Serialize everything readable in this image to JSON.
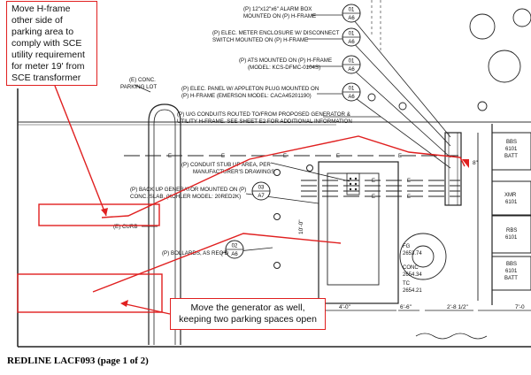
{
  "redlines": {
    "note_hframe": [
      "Move H-frame",
      "other side of",
      "parking area to",
      "comply with SCE",
      "utility requirement",
      "for meter 19' from",
      "SCE transformer"
    ],
    "note_generator": [
      "Move the generator as well,",
      "keeping two parking spaces open"
    ]
  },
  "callouts": {
    "alarm_box": [
      "(P) 12\"x12\"x6\" ALARM BOX",
      "MOUNTED ON (P) H-FRAME"
    ],
    "meter_enclosure": [
      "(P) ELEC. METER ENCLOSURE W/ DISCONNECT",
      "SWITCH MOUNTED ON (P) H-FRAME"
    ],
    "ats": [
      "(P) ATS MOUNTED ON (P) H-FRAME",
      "(MODEL: KCS-DFMC-0104S)"
    ],
    "elec_panel": [
      "(P) ELEC. PANEL W/ APPLETON PLUG MOUNTED ON",
      "(P) H-FRAME (EMERSON MODEL: CACA45201190)"
    ],
    "conduits": [
      "(P) U/G CONDUITS ROUTED TO/FROM PROPOSED GENERATOR &",
      "UTILITY H-FRAME. SEE SHEET E2 FOR ADDITIONAL INFORMATION"
    ],
    "conduit_stub": [
      "(P) CONDUIT STUB UP AREA, PER",
      "MANUFACTURER'S DRAWINGS"
    ],
    "backup_gen": [
      "(P) BACK UP GENERATOR MOUNTED ON (P)",
      "CONC. SLAB. (KOHLER MODEL: 20RED2K)"
    ],
    "conc_lot": [
      "(E) CONC.",
      "PARKING LOT"
    ],
    "curb": "(E) CURB",
    "bollards": "(P) BOLLARDS, AS REQ'D"
  },
  "detail_bubbles": [
    {
      "top": "01",
      "bottom": "A6"
    },
    {
      "top": "01",
      "bottom": "A6"
    },
    {
      "top": "01",
      "bottom": "A6"
    },
    {
      "top": "01",
      "bottom": "A6"
    },
    {
      "top": "03",
      "bottom": "A7"
    },
    {
      "top": "02",
      "bottom": "A6"
    }
  ],
  "elevations": {
    "fg": [
      "FG",
      "2653.74"
    ],
    "conc": [
      "CONC",
      "2654.34"
    ],
    "tc": [
      "TC",
      "2654.21"
    ]
  },
  "dimensions": {
    "d1": "4'-0\"",
    "d2": "6'-6\"",
    "d3": "2'-8 1/2\"",
    "d4": "7'-0",
    "d5": "10'-0\"",
    "d6": "8\""
  },
  "equipment": {
    "bbs_top": [
      "BBS",
      "6101",
      "BATT"
    ],
    "xfmr": [
      "XMR",
      "6101"
    ],
    "rbs": [
      "RBS",
      "6101"
    ],
    "bbs_bottom": [
      "BBS",
      "6101",
      "BATT"
    ]
  },
  "caption": "REDLINE LACF093 (page 1 of 2)",
  "colors": {
    "redline": "#e02020",
    "drawing": "#222222"
  }
}
